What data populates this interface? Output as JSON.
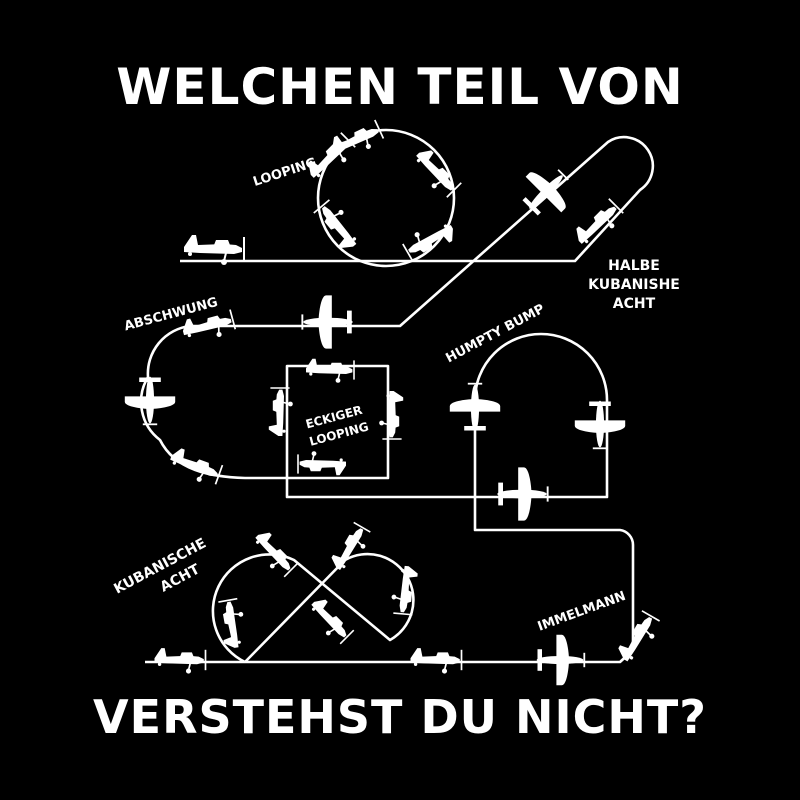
{
  "headline": {
    "top": "WELCHEN TEIL VON",
    "bottom": "VERSTEHST DU NICHT?"
  },
  "maneuvers": {
    "looping": "LOOPING",
    "halbe_kubanische_acht": [
      "HALBE",
      "KUBANISHE",
      "ACHT"
    ],
    "abschwung": "ABSCHWUNG",
    "humpty_bump": "HUMPTY BUMP",
    "eckiger_looping": [
      "ECKIGER",
      "LOOPING"
    ],
    "kubanische_acht": [
      "KUBANISCHE",
      "ACHT"
    ],
    "immelmann": "IMMELMANN"
  },
  "colors": {
    "background": "#000000",
    "foreground": "#ffffff"
  }
}
